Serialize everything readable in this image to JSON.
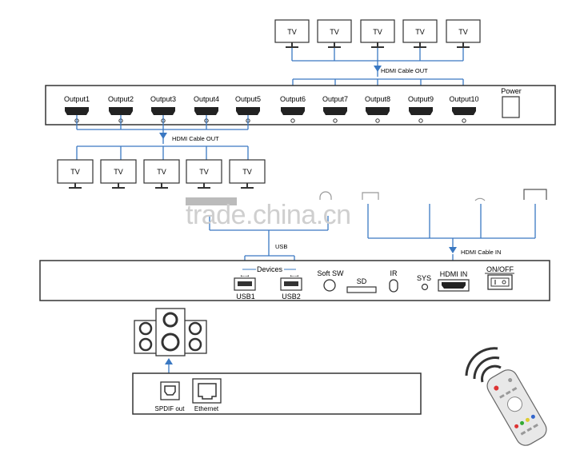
{
  "top_tvs": [
    "TV",
    "TV",
    "TV",
    "TV",
    "TV"
  ],
  "bottom_tvs": [
    "TV",
    "TV",
    "TV",
    "TV",
    "TV"
  ],
  "matrix": {
    "outputs": [
      "Output1",
      "Output2",
      "Output3",
      "Output4",
      "Output5",
      "Output6",
      "Output7",
      "Output8",
      "Output9",
      "Output10"
    ],
    "power_label": "Power"
  },
  "labels": {
    "hdmi_out_top": "HDMI Cable OUT",
    "hdmi_out_bottom": "HDMI Cable OUT",
    "usb": "USB",
    "hdmi_in": "HDMI Cable IN"
  },
  "player": {
    "devices_label": "Devices",
    "usb1": "USB1",
    "usb2": "USB2",
    "soft_sw": "Soft SW",
    "sd": "SD",
    "ir": "IR",
    "sys": "SYS",
    "hdmi_in": "HDMI IN",
    "on_off": "ON/OFF"
  },
  "audio_box": {
    "spdif": "SPDIF out",
    "ethernet": "Ethernet"
  },
  "watermark": "trade.china.cn",
  "colors": {
    "cable": "#3a78c2",
    "device_border": "#333333"
  }
}
